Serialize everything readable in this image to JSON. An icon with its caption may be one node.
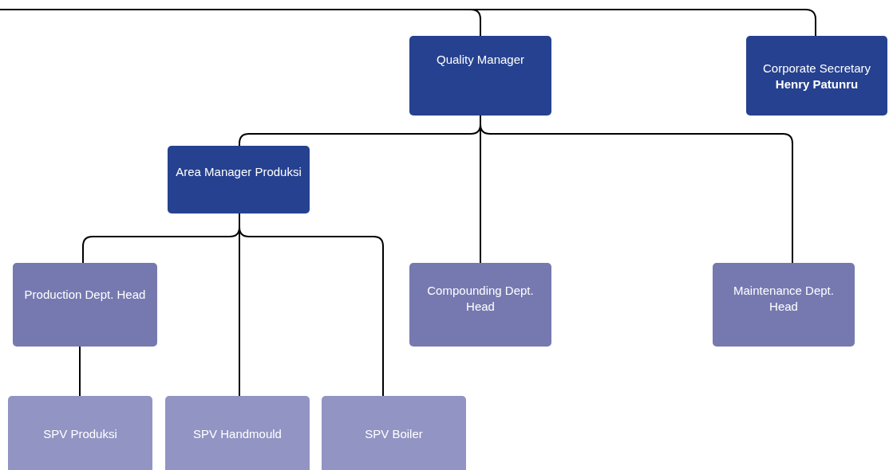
{
  "diagram": {
    "nodes": [
      {
        "text": [
          "Quality Manager"
        ]
      },
      {
        "text": [
          "Corporate Secretary",
          "Henry Patunru"
        ]
      },
      {
        "text": [
          "Area Manager Produksi"
        ]
      },
      {
        "text": [
          "Production Dept. Head"
        ]
      },
      {
        "text": [
          "Compounding Dept. Head"
        ]
      },
      {
        "text": [
          "Maintenance Dept. Head"
        ]
      },
      {
        "text": [
          "SPV Produksi"
        ]
      },
      {
        "text": [
          "SPV Handmould"
        ]
      },
      {
        "text": [
          "SPV Boiler"
        ]
      }
    ],
    "edges": [
      {
        "from": null,
        "to": 0,
        "arrow": "none"
      },
      {
        "from": null,
        "to": 1,
        "arrow": "none"
      },
      {
        "from": 0,
        "to": 2,
        "arrow": "none"
      },
      {
        "from": 0,
        "to": 4,
        "arrow": "none"
      },
      {
        "from": 0,
        "to": 5,
        "arrow": "none"
      },
      {
        "from": 2,
        "to": 3,
        "arrow": "none"
      },
      {
        "from": 2,
        "to": 7,
        "arrow": "none"
      },
      {
        "from": 2,
        "to": 8,
        "arrow": "none"
      },
      {
        "from": 3,
        "to": 6,
        "arrow": "none"
      }
    ]
  }
}
